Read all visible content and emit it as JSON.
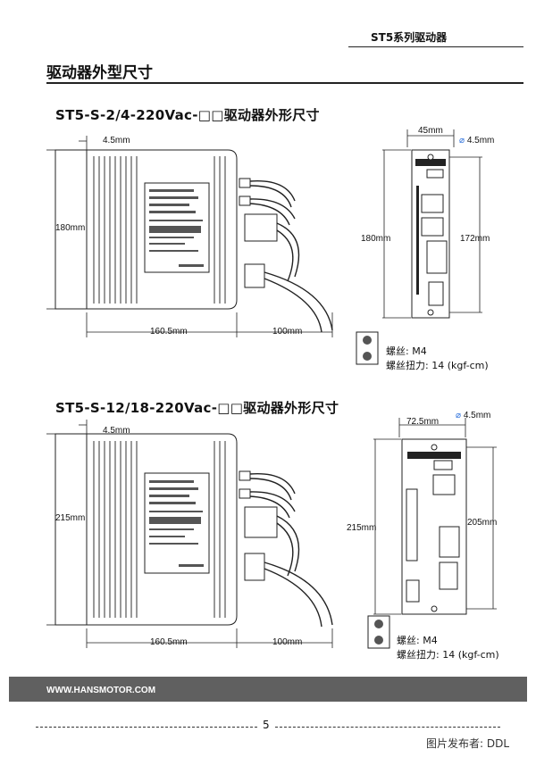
{
  "header": {
    "series_title": "ST5系列驱动器",
    "section_title": "驱动器外型尺寸"
  },
  "drive_a": {
    "title": "ST5-S-2/4-220Vac-□□驱动器外形尺寸",
    "dim_offset": "4.5mm",
    "dim_height": "180mm",
    "dim_depth": "160.5mm",
    "dim_cable": "100mm",
    "front_width": "45mm",
    "hole": "4.5mm",
    "front_height": "180mm",
    "mount_height": "172mm",
    "screw": "螺丝: M4",
    "torque": "螺丝扭力: 14 (kgf-cm)"
  },
  "drive_b": {
    "title": "ST5-S-12/18-220Vac-□□驱动器外形尺寸",
    "dim_offset": "4.5mm",
    "dim_height": "215mm",
    "dim_depth": "160.5mm",
    "dim_cable": "100mm",
    "front_width": "72.5mm",
    "hole": "4.5mm",
    "front_height": "215mm",
    "mount_height": "205mm",
    "screw": "螺丝: M4",
    "torque": "螺丝扭力: 14 (kgf-cm)"
  },
  "footer": {
    "url": "WWW.HANSMOTOR.COM",
    "page_number": "5",
    "watermark": "图片发布者: DDL"
  }
}
